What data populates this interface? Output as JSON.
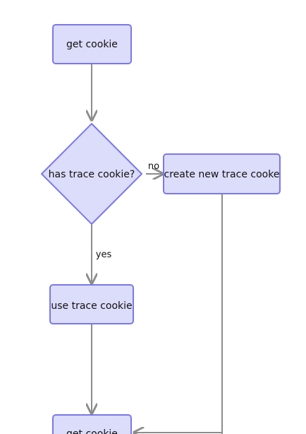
{
  "nodes": {
    "get_cookie_top": "get cookie",
    "has_trace_cookie": "has trace cookie?",
    "create_new_trace_cookie": "create new trace cooke",
    "use_trace_cookie": "use trace cookie",
    "get_cookie_bottom": "get cookie"
  },
  "edges": {
    "no_label": "no",
    "yes_label": "yes"
  },
  "colors": {
    "node_fill": "#dcdcfb",
    "node_stroke": "#7b78e8",
    "edge_stroke": "#8c8c8c",
    "text": "#111111"
  }
}
